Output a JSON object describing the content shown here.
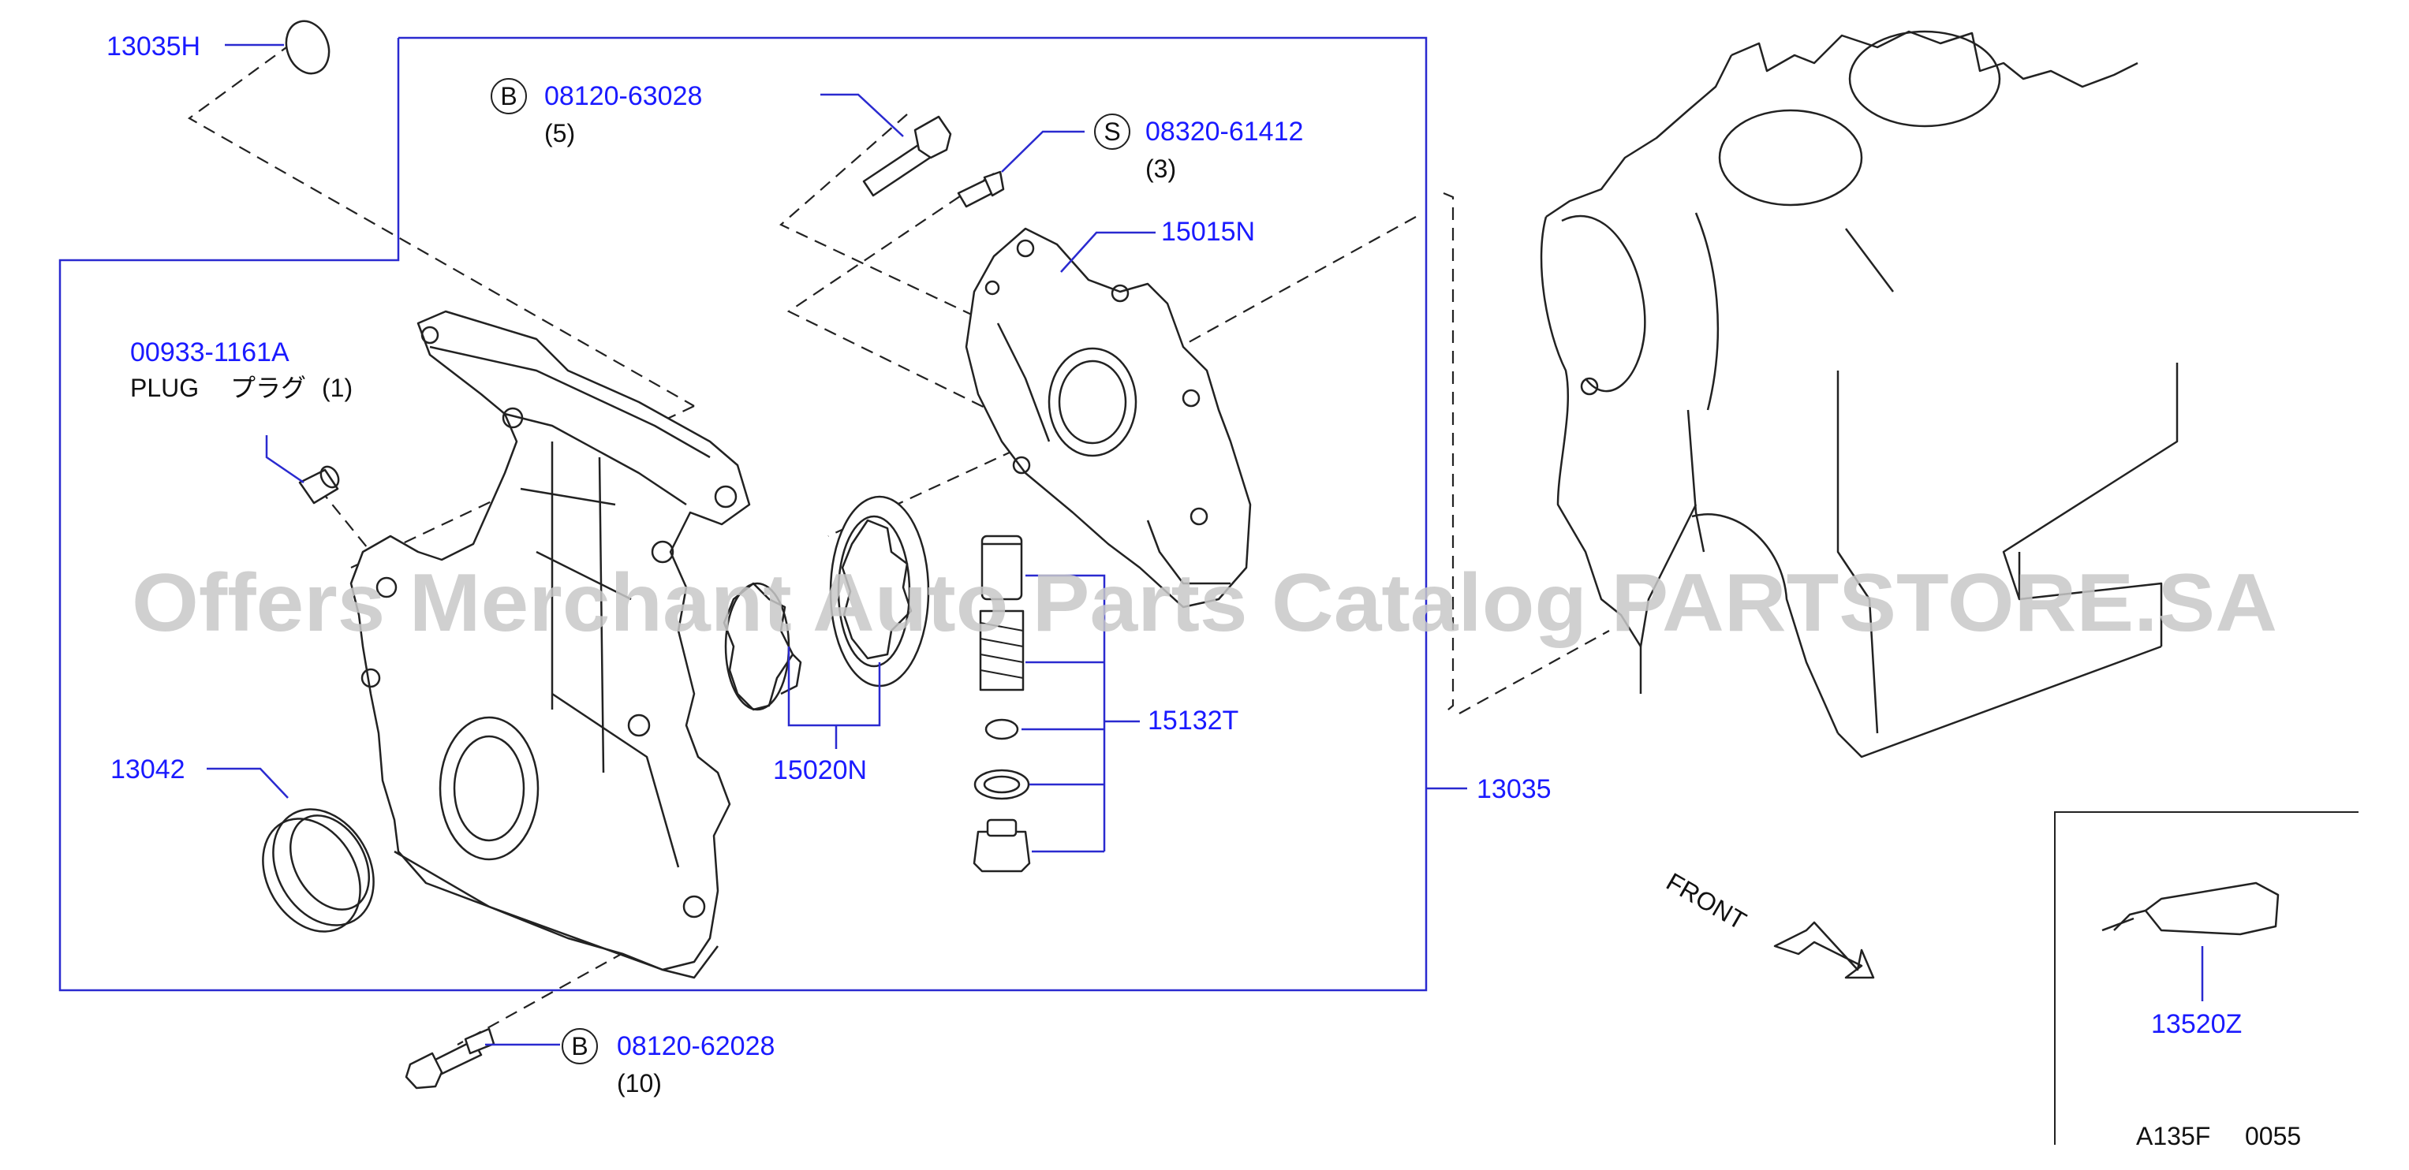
{
  "parts": {
    "p13035H": "13035H",
    "p08120_63028": "08120-63028",
    "p08120_63028_qty": "(5)",
    "p08320_61412": "08320-61412",
    "p08320_61412_qty": "(3)",
    "p15015N": "15015N",
    "p00933_1161A": "00933-1161A",
    "plug_label": "PLUG",
    "plug_jp": "プラグ",
    "plug_qty": "(1)",
    "p13042": "13042",
    "p15020N": "15020N",
    "p15132T": "15132T",
    "p13035": "13035",
    "p08120_62028": "08120-62028",
    "p08120_62028_qty": "(10)",
    "p13520Z": "13520Z"
  },
  "symbols": {
    "bolt_b": "B",
    "screw_s": "S"
  },
  "front_label": "FRONT",
  "diagram_code": "A135F",
  "diagram_num": "0055",
  "watermark": "Offers Merchant Auto Parts Catalog PARTSTORE.SA",
  "colors": {
    "part_link": "#1a1aff",
    "frame": "#2a2ad0",
    "line": "#222222",
    "watermark": "#c8c8c8"
  }
}
